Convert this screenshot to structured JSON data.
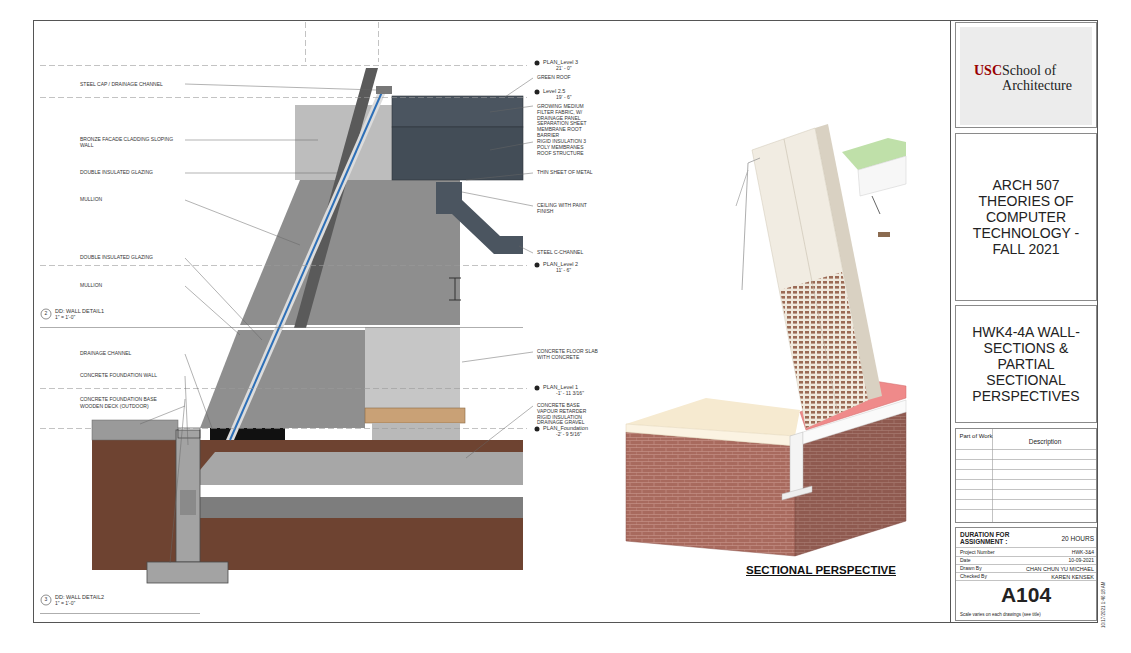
{
  "diagram": {
    "caption": "SECTIONAL PERSPECTIVE",
    "nodes": [
      {
        "text": [
          "USC",
          "School of Architecture"
        ]
      },
      {
        "text": [
          "ARCH 507 THEORIES OF COMPUTER TECHNOLOGY - FALL 2021"
        ]
      },
      {
        "text": [
          "HWK4-4A WALL-SECTIONS & PARTIAL SECTIONAL PERSPECTIVES"
        ]
      },
      {
        "text": [
          "Part of Work",
          "Description"
        ]
      },
      {
        "text": [
          "DURATION FOR ASSIGNMENT :",
          "20 HOURS",
          "Project Number",
          "HWK-3&4",
          "Date",
          "10-09-2021",
          "Drawn By",
          "CHAN CHUN YU MICHAEL",
          "Checked By",
          "KAREN KENSEK",
          "A104",
          "Scale varies on each drawings (see title)"
        ]
      }
    ],
    "labels": [
      "STEEL CAP / DRAINAGE CHANNEL",
      "BRONZE FACADE CLADDING SLOPING WALL",
      "DOUBLE INSULATED GLAZING",
      "MULLION",
      "DOUBLE INSULATED GLAZING",
      "MULLION",
      "2",
      "DD: WALL DETAIL1",
      "1\" = 1'-0\"",
      "DRAINAGE CHANNEL",
      "CONCRETE FOUNDATION WALL",
      "CONCRETE FOUNDATION BASE",
      "WOODEN DECK (OUTDOOR)",
      "3",
      "DD: WALL DETAIL2",
      "1\" = 1'-0\"",
      "PLAN_Level 3",
      "21' - 0\"",
      "GREEN ROOF",
      "Level 2.5",
      "19' - 6\"",
      "GROWING MEDIUM FILTER FABRIC, W/ DRAINAGE PANEL SEPARATION SHEET MEMBRANE ROOT BARRIER",
      "RIGID INSULATION 3 POLY MEMBRANES ROOF STRUCTURE",
      "THIN SHEET OF METAL",
      "CEILING WITH PAINT FINISH",
      "STEEL C-CHANNEL",
      "PLAN_Level 2",
      "11' - 6\"",
      "CONCRETE FLOOR SLAB WITH CONCRETE",
      "PLAN_Level 1",
      "-1' - 11 3/16\"",
      "CONCRETE BASE VAPOUR RETARDER RIGID INSULATION DRAINAGE GRAVEL",
      "PLAN_Foundation",
      "-2' - 9 5/16\"",
      "10/17/2021 1:46:18 AM"
    ]
  }
}
